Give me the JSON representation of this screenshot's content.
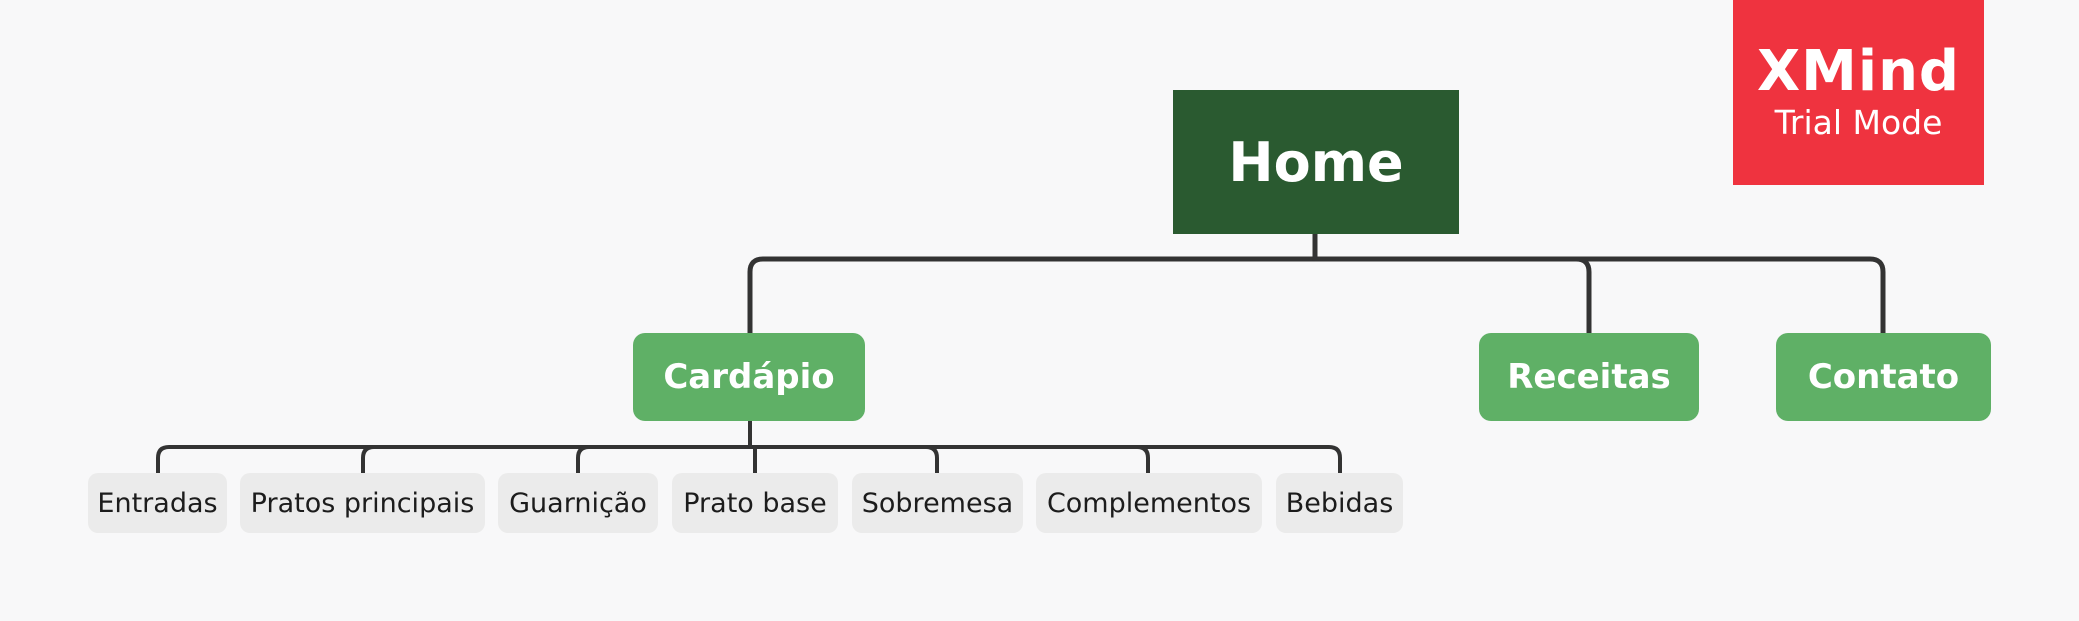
{
  "root": {
    "label": "Home"
  },
  "main_topics": [
    {
      "label": "Cardápio"
    },
    {
      "label": "Receitas"
    },
    {
      "label": "Contato"
    }
  ],
  "subtopics": [
    {
      "label": "Entradas"
    },
    {
      "label": "Pratos principais"
    },
    {
      "label": "Guarnição"
    },
    {
      "label": "Prato base"
    },
    {
      "label": "Sobremesa"
    },
    {
      "label": "Complementos"
    },
    {
      "label": "Bebidas"
    }
  ],
  "watermark": {
    "title": "XMind",
    "subtitle": "Trial Mode"
  },
  "colors": {
    "background": "#f8f8f9",
    "root_fill": "#2a5a30",
    "main_topic_fill": "#5fb066",
    "subtopic_fill": "#ebebeb",
    "connector": "#333333",
    "watermark_fill": "#ef333f"
  }
}
